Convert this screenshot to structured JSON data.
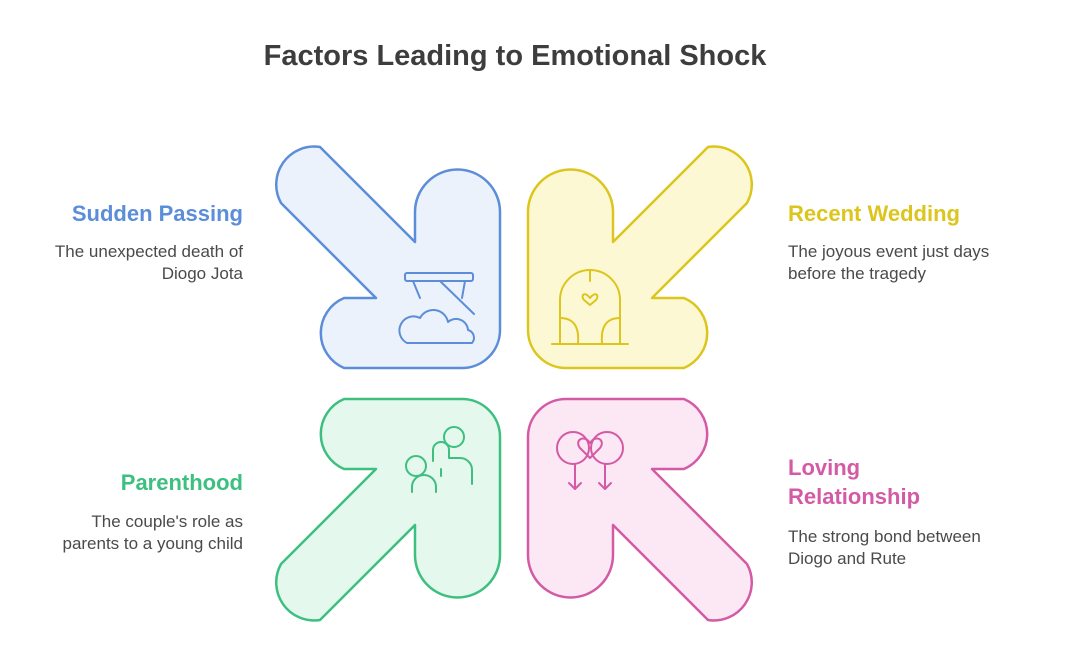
{
  "title": "Factors Leading to Emotional Shock",
  "colors": {
    "blue": "#5b8dd9",
    "blue_fill": "#ecf2fc",
    "yellow": "#dcc51c",
    "yellow_fill": "#fdf8d4",
    "green": "#3dbf80",
    "green_fill": "#e5f8ee",
    "pink": "#d45aa5",
    "pink_fill": "#fbe8f4"
  },
  "factors": [
    {
      "label": "Sudden Passing",
      "desc_lines": [
        "The unexpected death of",
        "Diogo Jota"
      ],
      "icon": "hammock-cloud-icon"
    },
    {
      "label": "Recent Wedding",
      "desc_lines": [
        "The joyous event just days",
        "before the tragedy"
      ],
      "icon": "wedding-arch-icon"
    },
    {
      "label": "Parenthood",
      "desc_lines": [
        "The couple's role as",
        "parents to a young child"
      ],
      "icon": "parent-child-icon"
    },
    {
      "label_lines": [
        "Loving",
        "Relationship"
      ],
      "desc_lines": [
        "The strong bond between",
        "Diogo and Rute"
      ],
      "icon": "heart-symbols-icon"
    }
  ]
}
